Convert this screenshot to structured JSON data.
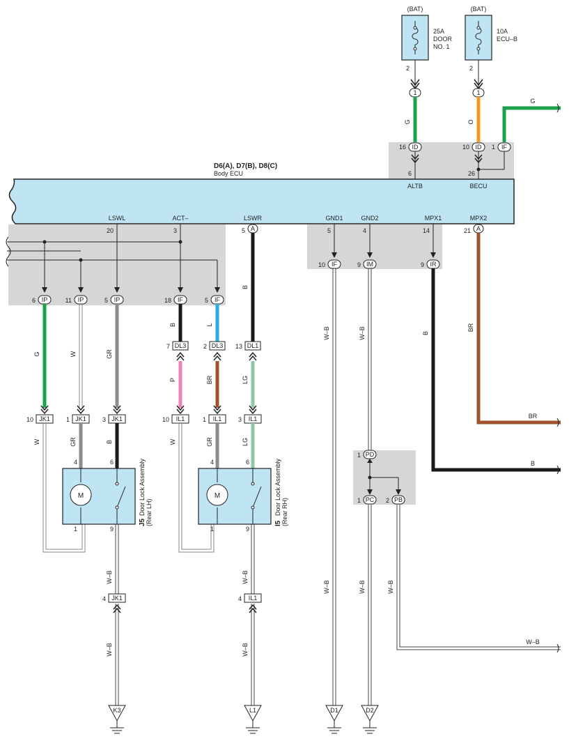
{
  "fuses": [
    {
      "source": "(BAT)",
      "rating": "25A",
      "name_line1": "DOOR",
      "name_line2": "NO. 1",
      "pin": "2",
      "conn": "1"
    },
    {
      "source": "(BAT)",
      "rating": "10A",
      "name_line1": "ECU–B",
      "name_line2": "",
      "pin": "2",
      "conn": "1"
    }
  ],
  "ecu": {
    "connectors": "D6(A), D7(B), D8(C)",
    "name": "Body ECU",
    "top_terminals": [
      {
        "label": "ALTB",
        "pin": "6"
      },
      {
        "label": "BECU",
        "pin": "26"
      }
    ],
    "bottom_terminals": [
      {
        "label": "LSWL",
        "pin": "20"
      },
      {
        "label": "ACT–",
        "pin": "3"
      },
      {
        "label": "LSWR",
        "pin": "5",
        "conn": "A"
      },
      {
        "label": "GND1",
        "pin": "5"
      },
      {
        "label": "GND2",
        "pin": "4"
      },
      {
        "label": "MPX1",
        "pin": "14"
      },
      {
        "label": "MPX2",
        "pin": "21",
        "conn": "A"
      }
    ]
  },
  "top_junction": [
    {
      "pin": "16",
      "conn": "ID"
    },
    {
      "pin": "10",
      "conn": "ID"
    },
    {
      "pin": "1",
      "conn": "IF"
    }
  ],
  "left_junction": [
    {
      "pin": "6",
      "conn": "IP"
    },
    {
      "pin": "11",
      "conn": "IP"
    },
    {
      "pin": "5",
      "conn": "IP"
    },
    {
      "pin": "18",
      "conn": "IF"
    },
    {
      "pin": "5",
      "conn": "IF"
    }
  ],
  "right_junction": [
    {
      "pin": "10",
      "conn": "IF"
    },
    {
      "pin": "9",
      "conn": "IM"
    },
    {
      "pin": "9",
      "conn": "IR"
    }
  ],
  "mid_connectors": [
    {
      "pin": "7",
      "conn": "DL3"
    },
    {
      "pin": "2",
      "conn": "DL3"
    },
    {
      "pin": "13",
      "conn": "DL1"
    }
  ],
  "lower_connectors": [
    {
      "pin": "10",
      "conn": "JK1"
    },
    {
      "pin": "1",
      "conn": "JK1"
    },
    {
      "pin": "3",
      "conn": "JK1"
    },
    {
      "pin": "10",
      "conn": "IL1"
    },
    {
      "pin": "1",
      "conn": "IL1"
    },
    {
      "pin": "3",
      "conn": "IL1"
    }
  ],
  "ground_connectors": [
    {
      "pin": "4",
      "conn": "JK1"
    },
    {
      "pin": "4",
      "conn": "IL1"
    }
  ],
  "ground_junction": [
    {
      "pin": "1",
      "conn": "PD"
    },
    {
      "pin": "1",
      "conn": "PC"
    },
    {
      "pin": "2",
      "conn": "PB"
    }
  ],
  "wire_colors": {
    "G": "G",
    "O": "O",
    "W": "W",
    "GR": "GR",
    "B": "B",
    "L": "L",
    "P": "P",
    "BR": "BR",
    "LG": "LG",
    "WB": "W–B"
  },
  "components": [
    {
      "code": "J5",
      "name_line1": "Door Lock Assembly",
      "name_line2": "(Rear LH)",
      "motor": "M",
      "pin_a": "4",
      "pin_b": "6",
      "pin_c": "1",
      "pin_d": "9"
    },
    {
      "code": "I5",
      "name_line1": "Door Lock Assembly",
      "name_line2": "(Rear RH)",
      "motor": "M",
      "pin_a": "4",
      "pin_b": "6",
      "pin_c": "1",
      "pin_d": "9"
    }
  ],
  "grounds": [
    "K3",
    "L1",
    "D1",
    "D2"
  ],
  "colors": {
    "green": "#1aa24a",
    "orange": "#f39a24",
    "black": "#1a1a1a",
    "brown": "#a0522d",
    "gray": "#8c8c8c",
    "pink": "#ee82b4",
    "blue": "#2aaee6",
    "lightgreen": "#8cc9a0",
    "ecu_fill": "#bfe4f3",
    "junction_fill": "#d6d6d6"
  }
}
